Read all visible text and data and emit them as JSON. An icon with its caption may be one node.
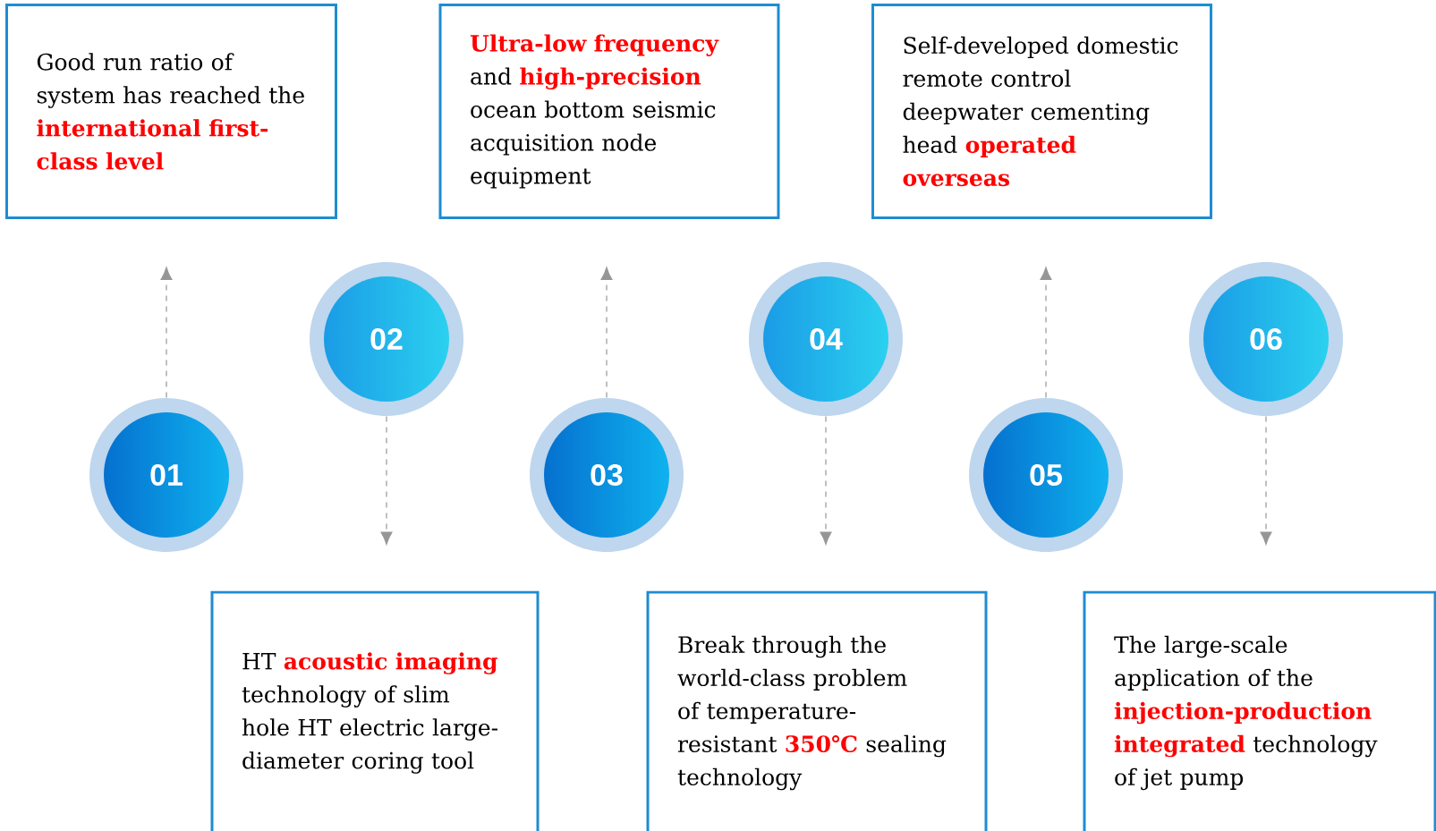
{
  "diagram": {
    "nodes": [
      {
        "text": [
          "Good run ratio of system has reached the **international first-class level**"
        ]
      },
      {
        "text": [
          "**Ultra-low frequency** and **high-precision** ocean bottom seismic acquisition node equipment"
        ]
      },
      {
        "text": [
          "Self-developed domestic remote control deepwater cementing head **operated overseas**"
        ]
      },
      {
        "text": [
          "01"
        ]
      },
      {
        "text": [
          "02"
        ]
      },
      {
        "text": [
          "03"
        ]
      },
      {
        "text": [
          "04"
        ]
      },
      {
        "text": [
          "05"
        ]
      },
      {
        "text": [
          "06"
        ]
      },
      {
        "text": [
          "HT **acoustic imaging** technology of slim hole HT electric large-diameter coring tool"
        ]
      },
      {
        "text": [
          "Break through the world-class problem of temperature-resistant **350℃** sealing technology"
        ]
      },
      {
        "text": [
          "The large-scale application of the **injection-production integrated** technology of jet pump"
        ]
      }
    ],
    "edges": [
      {
        "from": 3,
        "to": 0,
        "arrow": "to",
        "style": "dashed"
      },
      {
        "from": 4,
        "to": 9,
        "arrow": "to",
        "style": "dashed"
      },
      {
        "from": 5,
        "to": 1,
        "arrow": "to",
        "style": "dashed"
      },
      {
        "from": 6,
        "to": 10,
        "arrow": "to",
        "style": "dashed"
      },
      {
        "from": 7,
        "to": 2,
        "arrow": "to",
        "style": "dashed"
      },
      {
        "from": 8,
        "to": 11,
        "arrow": "to",
        "style": "dashed"
      }
    ]
  }
}
